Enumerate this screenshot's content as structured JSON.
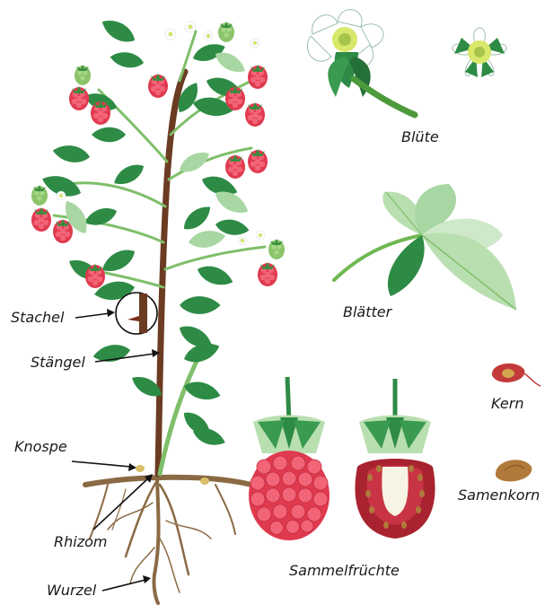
{
  "labels": {
    "stachel": "Stachel",
    "staengel": "Stängel",
    "knospe": "Knospe",
    "rhizom": "Rhizom",
    "wurzel": "Wurzel",
    "bluete": "Blüte",
    "blaetter": "Blätter",
    "sammelfruechte": "Sammelfrüchte",
    "kern": "Kern",
    "samenkorn": "Samenkorn"
  },
  "colors": {
    "leaf": "#2e8b45",
    "leaf_light": "#a9d7a3",
    "stem": "#6b3b22",
    "berry": "#e03a4f",
    "berry_unripe": "#8cc46a",
    "root": "#8a6a44",
    "flower_petal": "#ffffff",
    "flower_center": "#d8e86a",
    "seed": "#b07a3a",
    "kern": "#c23a3a"
  },
  "icons": [
    "raspberry-plant",
    "flower-icon",
    "leaf-icon",
    "raspberry-fruit-icon",
    "kern-icon",
    "seed-icon"
  ]
}
